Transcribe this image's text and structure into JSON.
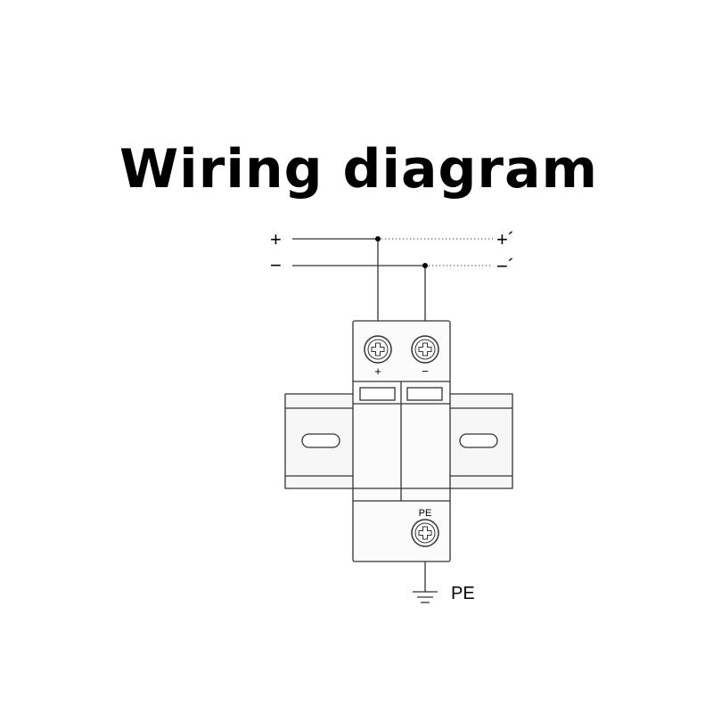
{
  "title": "Wiring diagram",
  "wires": {
    "plus_in": "+",
    "minus_in": "−",
    "plus_out": "+´",
    "minus_out": "−´"
  },
  "terminals": {
    "plus": "+",
    "minus": "−",
    "pe": "PE"
  },
  "ground_label": "PE",
  "colors": {
    "line": "#333333",
    "fill": "#f7f7f7",
    "text": "#000000"
  }
}
